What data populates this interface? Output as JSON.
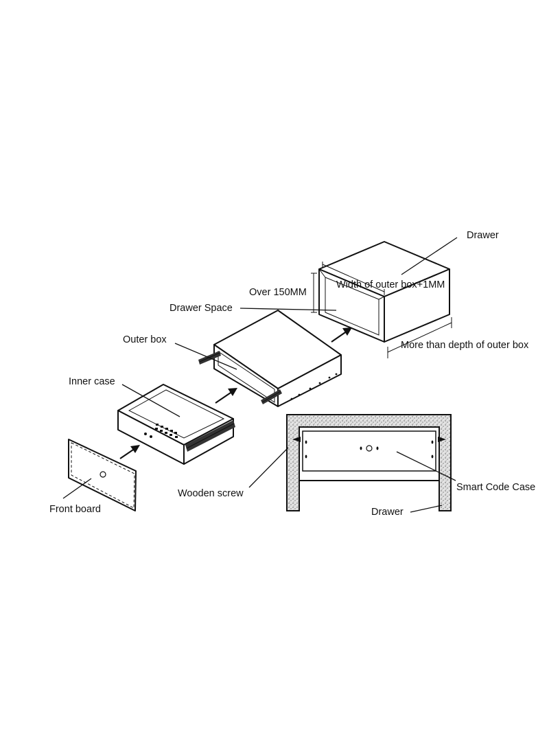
{
  "colors": {
    "ink": "#111111",
    "background": "#ffffff",
    "wall_fill": "#d9d9d9"
  },
  "labels": {
    "drawer_top": "Drawer",
    "width_outer": "Width of outer box+1MM",
    "over_150": "Over 150MM",
    "drawer_space": "Drawer Space",
    "depth_outer": "More than depth of outer box",
    "outer_box": "Outer box",
    "inner_case": "Inner case",
    "front_board": "Front board",
    "wooden_screw": "Wooden screw",
    "smart_code_case": "Smart Code Case",
    "drawer_bottom": "Drawer"
  },
  "icons": {
    "arrows": [
      "arrow-icon",
      "arrow-icon",
      "arrow-icon"
    ],
    "keypad": "keypad-icon",
    "keyhole": "keyhole-icon"
  }
}
